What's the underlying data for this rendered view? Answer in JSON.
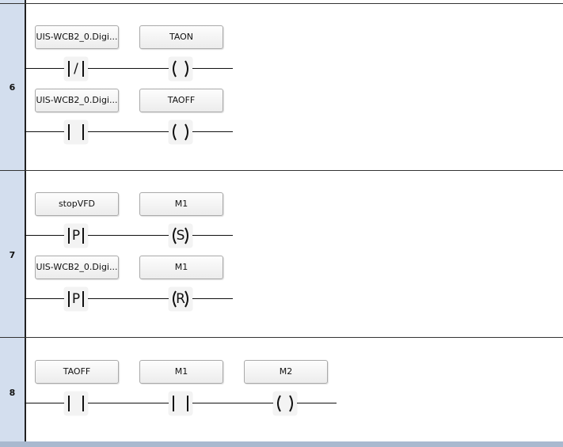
{
  "rungs": [
    {
      "number": "6",
      "rows": [
        {
          "contact_operand": "UIS-WCB2_0.Digi...",
          "contact_type": "negated",
          "contact_symbol": "/",
          "coil_operand": "TAON",
          "coil_type": "output",
          "coil_symbol": ""
        },
        {
          "contact_operand": "UIS-WCB2_0.Digi...",
          "contact_type": "normally-open",
          "contact_symbol": "",
          "coil_operand": "TAOFF",
          "coil_type": "output",
          "coil_symbol": ""
        }
      ]
    },
    {
      "number": "7",
      "rows": [
        {
          "contact_operand": "stopVFD",
          "contact_type": "positive-edge",
          "contact_symbol": "P",
          "coil_operand": "M1",
          "coil_type": "set",
          "coil_symbol": "S"
        },
        {
          "contact_operand": "UIS-WCB2_0.Digi...",
          "contact_type": "positive-edge",
          "contact_symbol": "P",
          "coil_operand": "M1",
          "coil_type": "reset",
          "coil_symbol": "R"
        }
      ]
    },
    {
      "number": "8",
      "rows": [
        {
          "contact1_operand": "TAOFF",
          "contact1_type": "normally-open",
          "contact2_operand": "M1",
          "contact2_type": "normally-open",
          "coil_operand": "M2",
          "coil_type": "output"
        }
      ]
    }
  ],
  "colors": {
    "gutter": "#d3deee",
    "rail": "#111111",
    "label_border": "#a9a9a9"
  }
}
